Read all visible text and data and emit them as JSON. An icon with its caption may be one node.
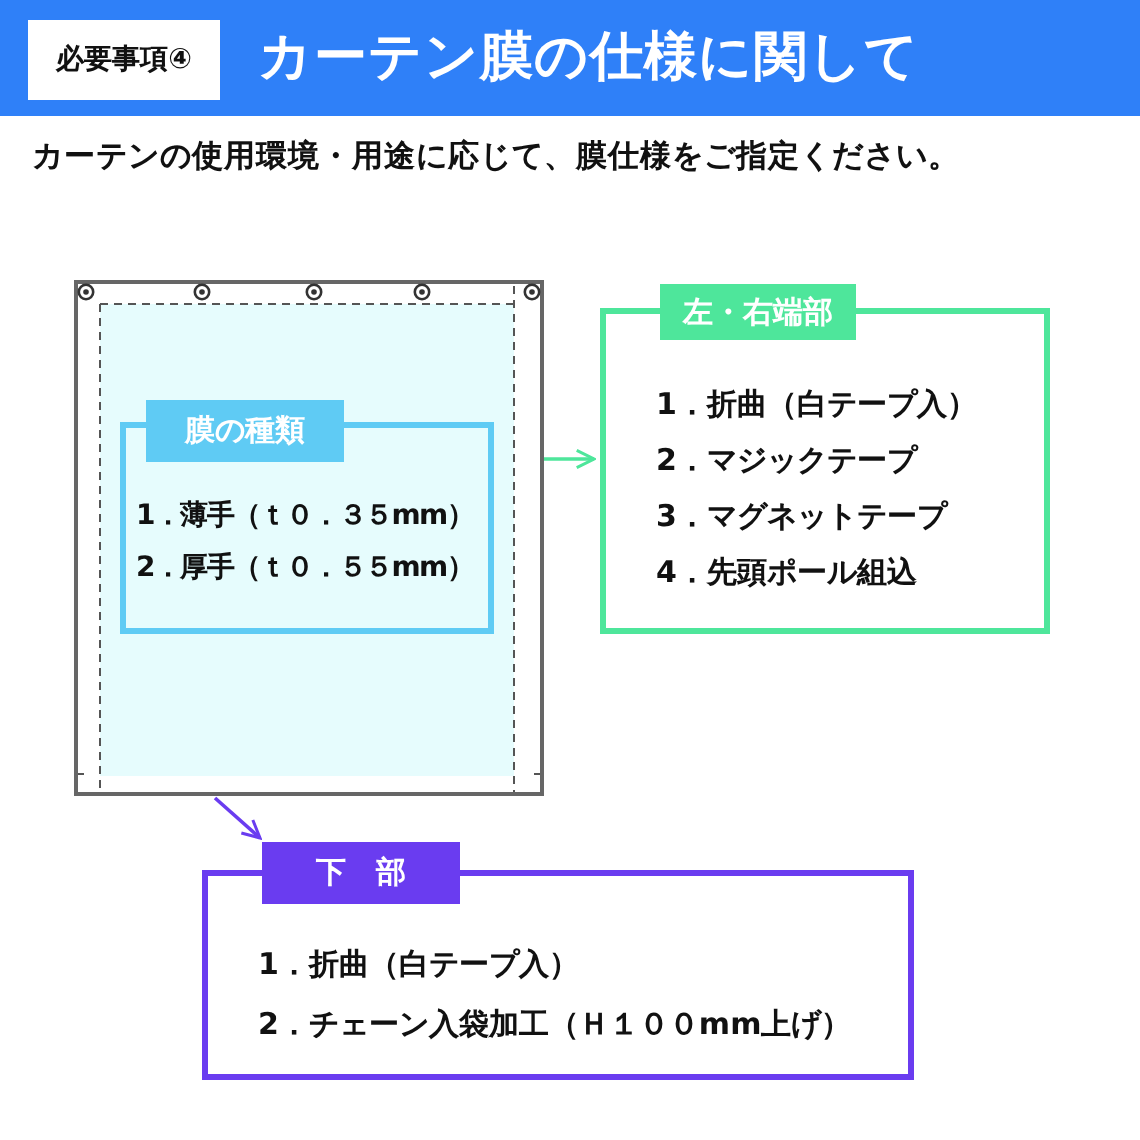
{
  "diagram": {
    "title": "カーテン膜の仕様に関して",
    "nodes": [
      {
        "text": [],
        "shape": "picture"
      },
      {
        "text": [
          "膜の種類",
          "1．薄手（ｔ０．３５mm）",
          "2．厚手（ｔ０．５５mm）"
        ],
        "in": 0
      },
      {
        "text": [
          "左・右端部",
          "1．折曲（白テープ入）",
          "2．マジックテープ",
          "3．マグネットテープ",
          "4．先頭ポール組込"
        ]
      },
      {
        "text": [
          "下　部",
          "1．折曲（白テープ入）",
          "2．チェーン入袋加工（Ｈ１００mm上げ）"
        ]
      }
    ],
    "edges": [
      {
        "from": 0,
        "to": 2,
        "arrow": "to",
        "color": "#4ee69b"
      },
      {
        "from": 0,
        "to": 3,
        "arrow": "to",
        "color": "#6a3cf0"
      }
    ],
    "labels": [
      "必要事項④",
      "カーテンの使用環境・用途に応じて、膜仕様をご指定ください。"
    ]
  }
}
